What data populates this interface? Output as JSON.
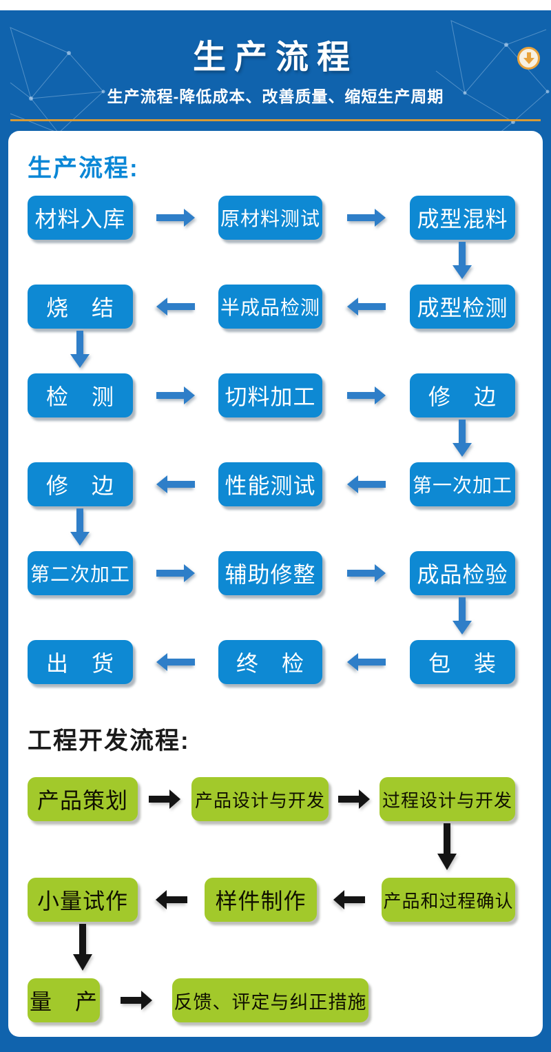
{
  "header": {
    "title": "生产流程",
    "subtitle": "生产流程-降低成本、改善质量、缩短生产周期"
  },
  "icons": {
    "download_circle": "circle-down-arrow"
  },
  "colors": {
    "header_bg": "#1063ad",
    "accent_line": "#d89a36",
    "icon_orange": "#e8a33d",
    "process_box_blue": "#0e89d3",
    "process_arrow_blue": "#2e7ec8",
    "section1_title_blue": "#0a87d6",
    "eng_box_green": "#a2c92b",
    "eng_arrow_black": "#141414"
  },
  "production_flow": {
    "title": "生产流程:",
    "rows": [
      {
        "items": [
          "材料入库",
          "原材料测试",
          "成型混料"
        ],
        "direction": "right",
        "down_after_col": 3
      },
      {
        "items": [
          "烧　结",
          "半成品检测",
          "成型检测"
        ],
        "direction": "left",
        "down_after_col": 1
      },
      {
        "items": [
          "检　测",
          "切料加工",
          "修　边"
        ],
        "direction": "right",
        "down_after_col": 3
      },
      {
        "items": [
          "修　边",
          "性能测试",
          "第一次加工"
        ],
        "direction": "left",
        "down_after_col": 1
      },
      {
        "items": [
          "第二次加工",
          "辅助修整",
          "成品检验"
        ],
        "direction": "right",
        "down_after_col": 3
      },
      {
        "items": [
          "出　货",
          "终　检",
          "包　装"
        ],
        "direction": "left",
        "down_after_col": null
      }
    ]
  },
  "engineering_flow": {
    "title": "工程开发流程:",
    "rows": [
      {
        "items": [
          "产品策划",
          "产品设计与开发",
          "过程设计与开发"
        ],
        "direction": "right",
        "down_after_col": 3
      },
      {
        "items": [
          "小量试作",
          "样件制作",
          "产品和过程确认"
        ],
        "direction": "left",
        "down_after_col": 1
      },
      {
        "items": [
          "量　产",
          "反馈、评定与纠正措施"
        ],
        "direction": "right",
        "down_after_col": null
      }
    ]
  }
}
